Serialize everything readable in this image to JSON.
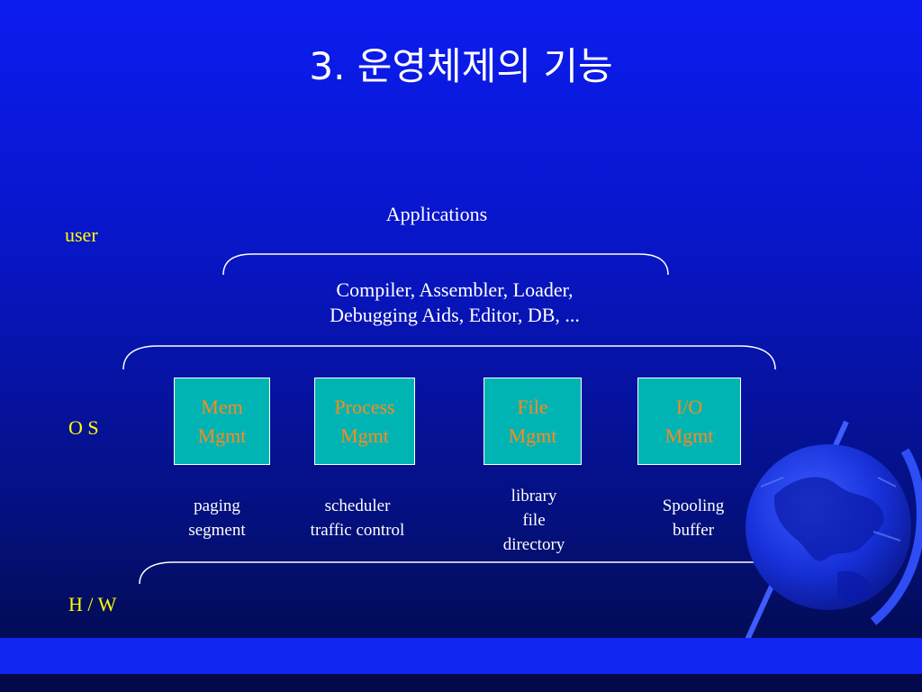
{
  "slide": {
    "title": "3. 운영체제의 기능",
    "applications": "Applications",
    "tools": [
      "Compiler, Assembler, Loader,",
      "Debugging Aids, Editor, DB, ..."
    ],
    "labels": {
      "user": "user",
      "os": "O S",
      "hw": "H / W"
    },
    "boxes": [
      {
        "line1": "Mem",
        "line2": "Mgmt"
      },
      {
        "line1": "Process",
        "line2": "Mgmt"
      },
      {
        "line1": "File",
        "line2": "Mgmt"
      },
      {
        "line1": "I/O",
        "line2": "Mgmt"
      }
    ],
    "details": [
      [
        "paging",
        "segment"
      ],
      [
        "scheduler",
        "traffic control"
      ],
      [
        "library",
        "file",
        "directory"
      ],
      [
        "Spooling",
        "buffer"
      ]
    ]
  },
  "colors": {
    "background": "#0816c8",
    "box": "#00b4b4",
    "box_text": "#ff8a1a",
    "side_label": "#ffff00",
    "text": "#ffffff"
  },
  "icons": [
    "globe-icon"
  ]
}
